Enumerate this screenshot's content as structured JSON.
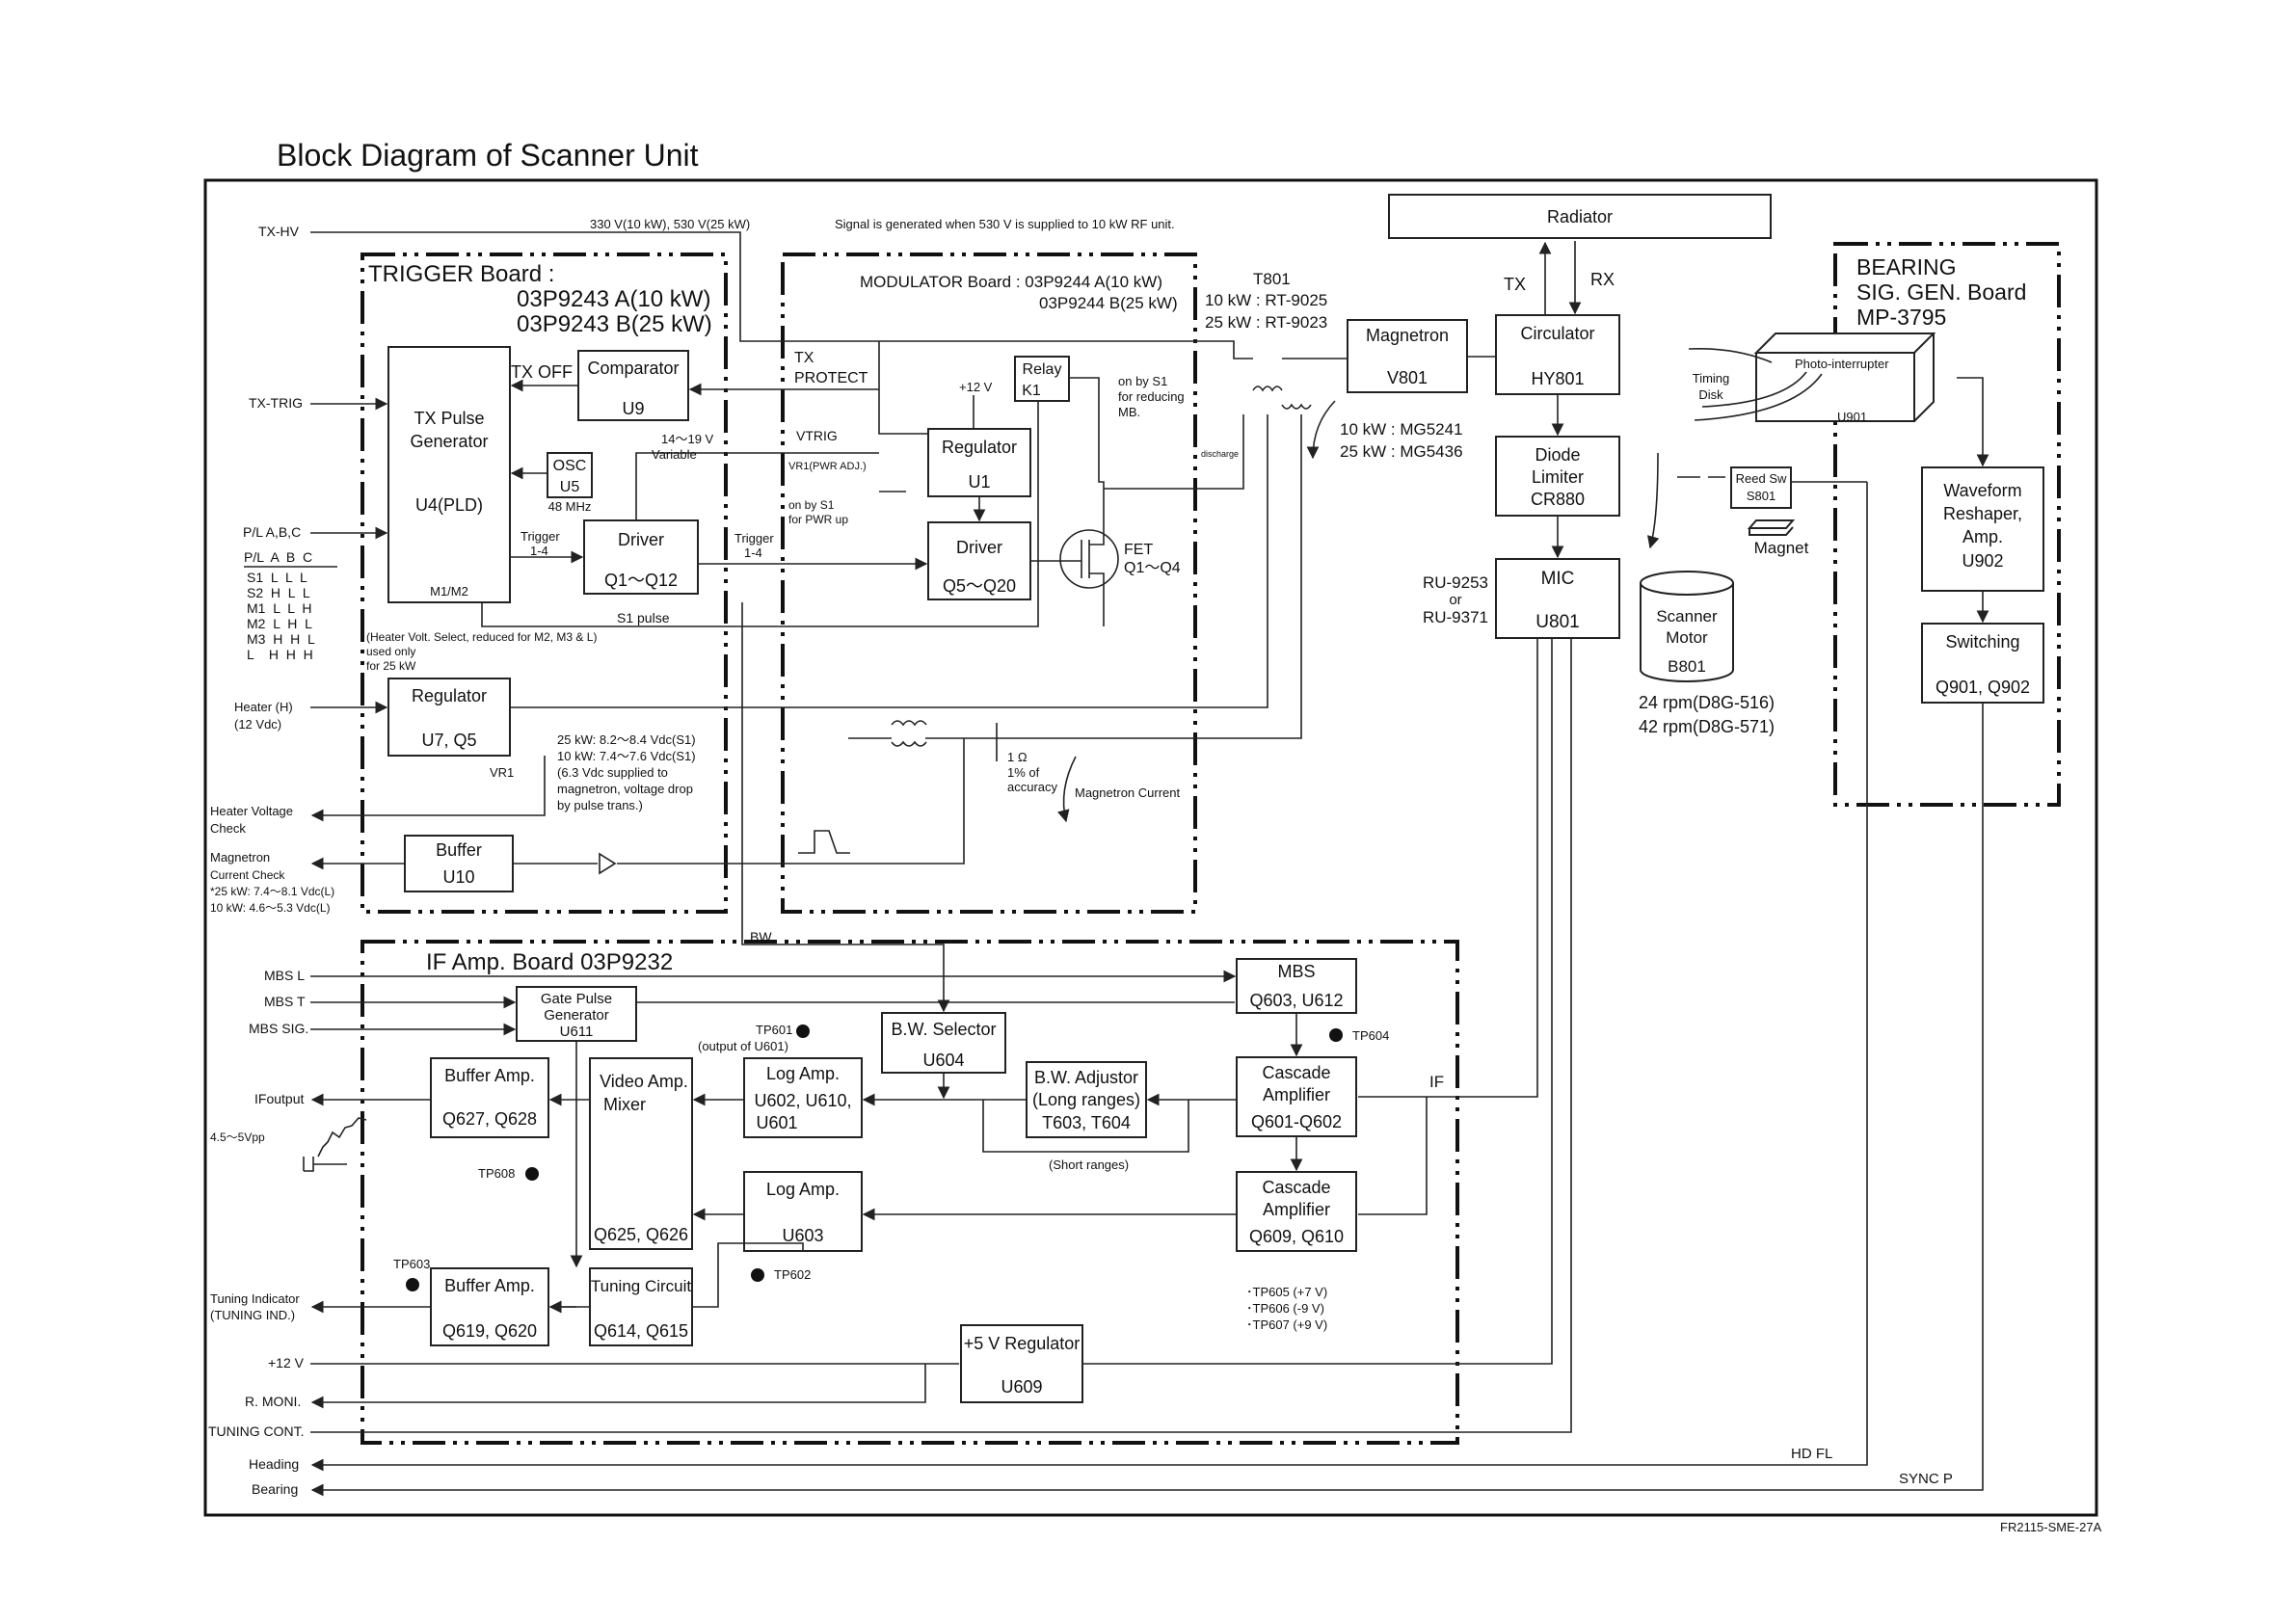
{
  "title": "Block Diagram of Scanner Unit",
  "doc_id": "FR2115-SME-27A",
  "boards": {
    "trigger": [
      "TRIGGER Board :",
      "03P9243 A(10 kW)",
      "03P9243 B(25 kW)"
    ],
    "modulator": [
      "MODULATOR Board : 03P9244 A(10 kW)",
      "03P9244 B(25 kW)"
    ],
    "if_amp": "IF Amp. Board 03P9232",
    "bearing": [
      "BEARING",
      "SIG. GEN. Board",
      "MP-3795"
    ]
  },
  "blocks": {
    "tx_pulse_gen": [
      "TX Pulse",
      "Generator",
      "U4(PLD)"
    ],
    "m1m2": "M1/M2",
    "comparator": [
      "Comparator",
      "U9"
    ],
    "osc": [
      "OSC",
      "U5"
    ],
    "osc_freq": "48 MHz",
    "driver_trig": [
      "Driver",
      "Q1～Q12"
    ],
    "regulator_u7": [
      "Regulator",
      "U7, Q5"
    ],
    "buffer_u10": [
      "Buffer",
      "U10"
    ],
    "relay": [
      "Relay",
      "K1"
    ],
    "regulator_u1": [
      "Regulator",
      "U1"
    ],
    "driver_mod": [
      "Driver",
      "Q5～Q20"
    ],
    "fet": [
      "FET",
      "Q1～Q4"
    ],
    "magnetron": [
      "Magnetron",
      "V801"
    ],
    "radiator": "Radiator",
    "circulator": [
      "Circulator",
      "HY801"
    ],
    "diode_limiter": [
      "Diode",
      "Limiter",
      "CR880"
    ],
    "mic": [
      "MIC",
      "U801"
    ],
    "scanner_motor": [
      "Scanner",
      "Motor",
      "B801"
    ],
    "photo_interrupter": "Photo-interrupter",
    "u901": "U901",
    "reed_sw": [
      "Reed Sw",
      "S801"
    ],
    "magnet": "Magnet",
    "timing_disk": [
      "Timing",
      "Disk"
    ],
    "waveform": [
      "Waveform",
      "Reshaper,",
      "Amp.",
      "U902"
    ],
    "switching": [
      "Switching",
      "Q901, Q902"
    ],
    "mbs": [
      "MBS",
      "Q603, U612"
    ],
    "gate_pulse": [
      "Gate Pulse",
      "Generator",
      "U611"
    ],
    "bw_selector": [
      "B.W. Selector",
      "U604"
    ],
    "bw_adjustor": [
      "B.W. Adjustor",
      "(Long ranges)",
      "T603, T604"
    ],
    "cascade_1": [
      "Cascade",
      "Amplifier",
      "Q601-Q602"
    ],
    "cascade_2": [
      "Cascade",
      "Amplifier",
      "Q609, Q610"
    ],
    "log_amp_1": [
      "Log Amp.",
      "U602, U610,",
      "U601"
    ],
    "log_amp_2": [
      "Log Amp.",
      "U603"
    ],
    "video_amp": [
      "Video Amp.",
      "Mixer",
      "Q625, Q626"
    ],
    "buffer_amp_1": [
      "Buffer Amp.",
      "Q627, Q628"
    ],
    "buffer_amp_2": [
      "Buffer Amp.",
      "Q619, Q620"
    ],
    "tuning_circuit": [
      "Tuning Circuit",
      "Q614, Q615"
    ],
    "regulator_5v": [
      "+5 V Regulator",
      "U609"
    ]
  },
  "signals_left": {
    "tx_hv": "TX-HV",
    "tx_trig": "TX-TRIG",
    "plabc": "P/L A,B,C",
    "heater": [
      "Heater (H)",
      "(12 Vdc)"
    ],
    "heater_check": [
      "Heater Voltage",
      "Check"
    ],
    "mag_check": [
      "Magnetron",
      "Current Check",
      "*25 kW: 7.4～8.1 Vdc(L)",
      " 10 kW: 4.6～5.3 Vdc(L)"
    ],
    "mbs_l": "MBS L",
    "mbs_t": "MBS T",
    "mbs_sig": "MBS SIG.",
    "if_output": "IFoutput",
    "vpp": "4.5～5Vpp",
    "tuning_ind": [
      "Tuning Indicator",
      "(TUNING IND.)"
    ],
    "p12v": "+12 V",
    "rmoni": "R. MONI.",
    "tuning_cont": "TUNING CONT.",
    "heading": "Heading",
    "bearing": "Bearing"
  },
  "pl_table": {
    "header": "P/L  A  B  C",
    "rows": [
      "S1  L  L  L",
      "S2  H  L  L",
      "M1  L  L  H",
      "M2  L  H  L",
      "M3  H  H  L",
      "L    H  H  H"
    ]
  },
  "annotations": {
    "hv_volt": "330 V(10 kW), 530 V(25 kW)",
    "signal_note": "Signal is generated when 530 V is supplied to 10 kW RF unit.",
    "tx_off": "TX OFF",
    "tx_protect": [
      "TX",
      "PROTECT"
    ],
    "p12v_mod": "+12 V",
    "vtrig": "VTRIG",
    "variable": [
      "14～19 V",
      "Variable"
    ],
    "vr1_pwr": "VR1(PWR ADJ.)",
    "on_s1_pwr": [
      "on by S1",
      "for PWR up"
    ],
    "on_s1_mb": [
      "on by S1",
      "for reducing",
      "MB."
    ],
    "trigger_1": [
      "Trigger",
      "1-4"
    ],
    "trigger_2": [
      "Trigger",
      "1-4"
    ],
    "s1_pulse": "S1 pulse",
    "heater_volt_note": [
      "(Heater Volt. Select, reduced for M2, M3 & L)",
      "used only",
      "for 25 kW"
    ],
    "vr1": "VR1",
    "reg_note": [
      "25 kW: 8.2～8.4 Vdc(S1)",
      "10 kW: 7.4～7.6 Vdc(S1)",
      "(6.3 Vdc supplied to",
      "magnetron, voltage drop",
      "by pulse trans.)"
    ],
    "t801": [
      "T801",
      "10 kW : RT-9025",
      "25 kW : RT-9023"
    ],
    "mg_models": [
      "10 kW : MG5241",
      "25 kW : MG5436"
    ],
    "discharge": "discharge",
    "resistor": [
      "1 Ω",
      "1% of",
      "accuracy"
    ],
    "mag_current": "Magnetron Current",
    "tx": "TX",
    "rx": "RX",
    "ru_models": [
      "RU-9253",
      "or",
      "RU-9371"
    ],
    "rpm": [
      "24 rpm(D8G-516)",
      "42 rpm(D8G-571)"
    ],
    "bw": "BW",
    "tp601": [
      "TP601",
      "(output of U601)"
    ],
    "tp602": "TP602",
    "tp603": "TP603",
    "tp604": "TP604",
    "tp608": "TP608",
    "tp_list": [
      "･TP605 (+7 V)",
      "･TP606 (-9 V)",
      "･TP607 (+9 V)"
    ],
    "short_ranges": "(Short ranges)",
    "if": "IF",
    "hd_fl": "HD FL",
    "sync_p": "SYNC P"
  }
}
